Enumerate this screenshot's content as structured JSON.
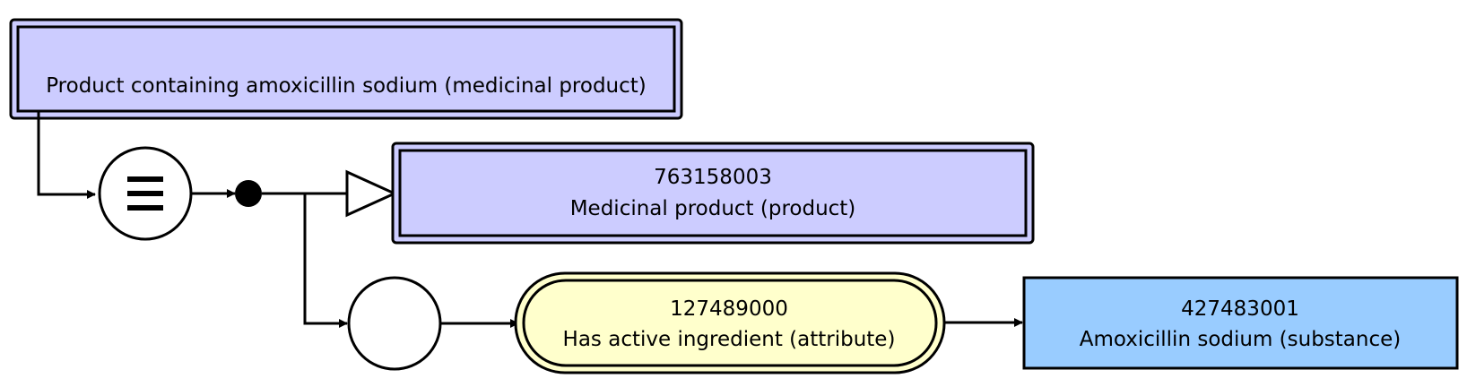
{
  "colors": {
    "defined_concept_fill": "#ccccff",
    "attribute_fill": "#ffffcc",
    "value_fill": "#99ccff",
    "stroke": "#000000"
  },
  "concept": {
    "label": "Product containing amoxicillin sodium (medicinal product)"
  },
  "parent": {
    "id": "763158003",
    "label": "Medicinal product (product)"
  },
  "attribute": {
    "id": "127489000",
    "label": "Has active ingredient (attribute)"
  },
  "value": {
    "id": "427483001",
    "label": "Amoxicillin sodium (substance)"
  },
  "icons": {
    "definition_status": "equivalence-icon",
    "conjunction": "conjunction-dot-icon",
    "is_a": "is-a-arrow-icon",
    "attribute_group": "attribute-group-icon"
  }
}
